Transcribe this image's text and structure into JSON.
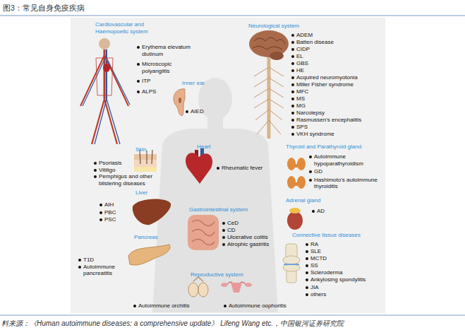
{
  "diagram": {
    "title": "图3：常见自身免疫疾病",
    "caption": "料来源：《Human autoimmune diseases: a comprehensive update》 Lifeng Wang etc.，中国银河证券研究院",
    "nodes": [
      {
        "text": [
          "Cardiovascular and Haemopoetic system",
          "Erythema elevatum diutinum",
          "Microscopic polyangiitis",
          "ITP",
          "ALPS"
        ]
      },
      {
        "text": [
          "Neurological system",
          "ADEM",
          "Batten disease",
          "CIDP",
          "EL",
          "GBS",
          "HE",
          "Acquired neuromyotonia",
          "Miller Fisher syndrome",
          "MFC",
          "MS",
          "MG",
          "Narcolepsy",
          "Rasmussen's encephalitis",
          "SPS",
          "VKH syndrome"
        ]
      },
      {
        "text": [
          "Inner ear",
          "AIED"
        ]
      },
      {
        "text": [
          "Skin",
          "Psoriasis",
          "Vitiligo",
          "Pemphigus and other blistering diseases"
        ]
      },
      {
        "text": [
          "Heart",
          "Rheumatic fever"
        ]
      },
      {
        "text": [
          "Thyroid and Parathyroid gland",
          "Autoimmune hypoparathyroidism",
          "GD",
          "Hashimoto's autoimmune thyroiditis"
        ]
      },
      {
        "text": [
          "Liver",
          "AIH",
          "PBC",
          "PSC"
        ]
      },
      {
        "text": [
          "Adrenal gland",
          "AD"
        ]
      },
      {
        "text": [
          "Gastrointestinal system",
          "CeD",
          "CD",
          "Ulcerative colitis",
          "Atrophic gastritis"
        ]
      },
      {
        "text": [
          "Pancreas",
          "T1D",
          "Autoimmune pancreatitis"
        ]
      },
      {
        "text": [
          "Connective tissue diseases",
          "RA",
          "SLE",
          "MCTD",
          "SS",
          "Scleroderma",
          "Ankylosing spondylitis",
          "JIA",
          "others"
        ]
      },
      {
        "text": [
          "Reproductive system",
          "Autoimmune orchitis",
          "Autoimmune oophoritis"
        ]
      }
    ]
  }
}
